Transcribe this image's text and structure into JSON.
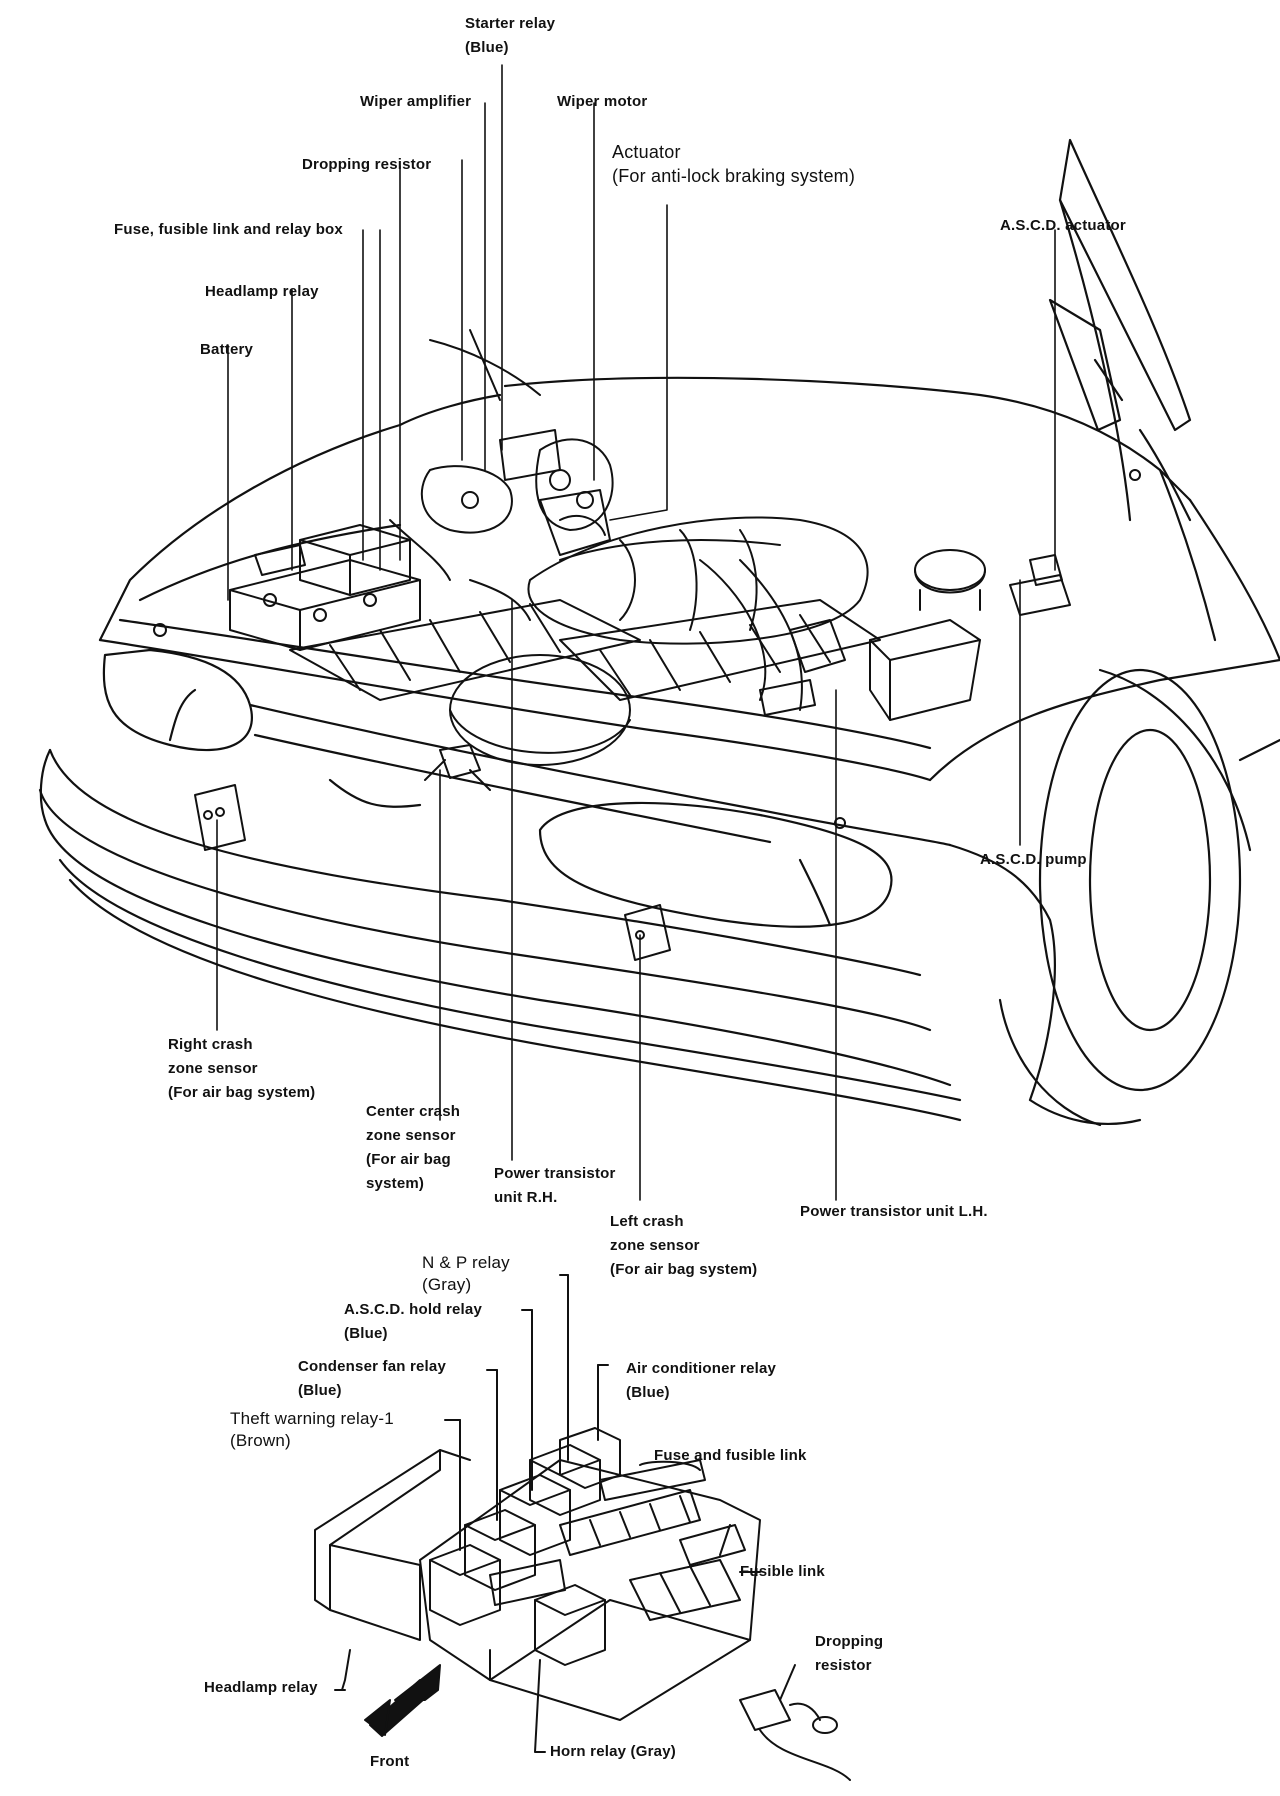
{
  "engine": {
    "starter_relay": [
      "Starter relay",
      "(Blue)"
    ],
    "wiper_amplifier": "Wiper amplifier",
    "wiper_motor": "Wiper motor",
    "dropping_resistor": "Dropping resistor",
    "actuator": [
      "Actuator",
      "(For anti-lock braking system)"
    ],
    "fuse_box": "Fuse, fusible link and relay box",
    "headlamp_relay": "Headlamp relay",
    "battery": "Battery",
    "ascd_actuator": "A.S.C.D. actuator",
    "ascd_pump": "A.S.C.D. pump",
    "right_crash": [
      "Right crash",
      "zone sensor",
      "(For air bag system)"
    ],
    "center_crash": [
      "Center crash",
      "zone sensor",
      "(For air bag",
      "system)"
    ],
    "power_transistor_rh": [
      "Power transistor",
      "unit R.H."
    ],
    "left_crash": [
      "Left crash",
      "zone sensor",
      "(For air bag system)"
    ],
    "power_transistor_lh": "Power transistor unit L.H."
  },
  "relay_box": {
    "np_relay": [
      "N & P relay",
      "(Gray)"
    ],
    "ascd_hold_relay": [
      "A.S.C.D. hold relay",
      "(Blue)"
    ],
    "condenser_fan_relay": [
      "Condenser fan relay",
      "(Blue)"
    ],
    "theft_warning_relay": [
      "Theft warning relay-1",
      "(Brown)"
    ],
    "air_conditioner_relay": [
      "Air conditioner relay",
      "(Blue)"
    ],
    "fuse_and_fusible_link": "Fuse and fusible link",
    "fusible_link": "Fusible link",
    "dropping_resistor": [
      "Dropping",
      "resistor"
    ],
    "headlamp_relay": "Headlamp relay",
    "front": "Front",
    "horn_relay": "Horn relay (Gray)"
  }
}
